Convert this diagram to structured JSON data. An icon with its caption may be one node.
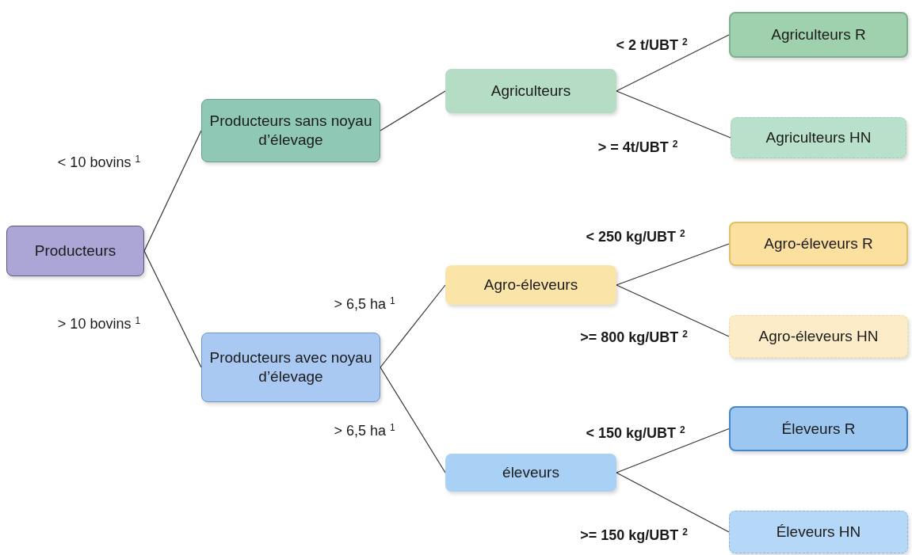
{
  "diagram": {
    "nodes": [
      {
        "text": [
          "Producteurs"
        ]
      },
      {
        "text": [
          "Producteurs sans noyau d’élevage"
        ]
      },
      {
        "text": [
          "Producteurs avec noyau d’élevage"
        ]
      },
      {
        "text": [
          "Agriculteurs"
        ]
      },
      {
        "text": [
          "Agro-éleveurs"
        ]
      },
      {
        "text": [
          "éleveurs"
        ]
      },
      {
        "text": [
          "Agriculteurs R"
        ]
      },
      {
        "text": [
          "Agriculteurs HN"
        ]
      },
      {
        "text": [
          "Agro-éleveurs R"
        ]
      },
      {
        "text": [
          "Agro-éleveurs HN"
        ]
      },
      {
        "text": [
          "Éleveurs R"
        ]
      },
      {
        "text": [
          "Éleveurs HN"
        ]
      }
    ],
    "edges": [
      {
        "from": 0,
        "to": 1,
        "arrow": "none",
        "label": "< 10 bovins $^{1}$"
      },
      {
        "from": 0,
        "to": 2,
        "arrow": "none",
        "label": "> 10 bovins $^{1}$"
      },
      {
        "from": 1,
        "to": 3,
        "arrow": "none"
      },
      {
        "from": 2,
        "to": 4,
        "arrow": "none",
        "label": "> 6,5 ha $^{1}$"
      },
      {
        "from": 2,
        "to": 5,
        "arrow": "none",
        "label": "> 6,5 ha $^{1}$"
      },
      {
        "from": 3,
        "to": 6,
        "arrow": "none",
        "label": "< 2 t/UBT $^{2}$"
      },
      {
        "from": 3,
        "to": 7,
        "arrow": "none",
        "label": "> = 4t/UBT $^{2}$"
      },
      {
        "from": 4,
        "to": 8,
        "arrow": "none",
        "label": "< 250 kg/UBT $^{2}$"
      },
      {
        "from": 4,
        "to": 9,
        "arrow": "none",
        "label": ">= 800 kg/UBT $^{2}$"
      },
      {
        "from": 5,
        "to": 10,
        "arrow": "none",
        "label": "< 150 kg/UBT $^{2}$"
      },
      {
        "from": 5,
        "to": 11,
        "arrow": "none",
        "label": ">= 150 kg/UBT $^{2}$"
      }
    ]
  }
}
